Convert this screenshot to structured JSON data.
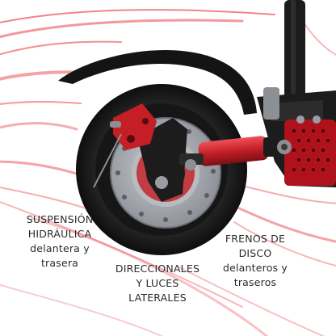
{
  "image": {
    "subject": "electric-scooter-rear-wheel",
    "colors": {
      "background": "#ffffff",
      "streak_red": "#e8323a",
      "tire": "#1a1a1a",
      "fender": "#141414",
      "rotor": "#9a9ea4",
      "caliper": "#c41f27",
      "shock": "#d2232a",
      "text": "#2a2a2a"
    }
  },
  "captions": {
    "suspension": "SUSPENSIÓN\nHIDRÁULICA\ndelantera y\ntrasera",
    "lights": "DIRECCIONALES\nY LUCES\nLATERALES",
    "brakes": "FRENOS DE\nDISCO\ndelanteros y\ntraseros"
  }
}
